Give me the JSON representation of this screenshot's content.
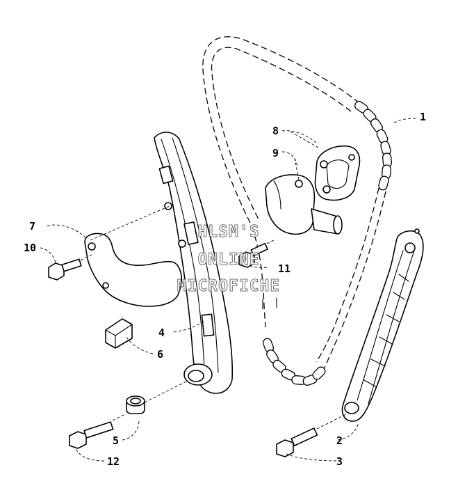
{
  "watermark": {
    "line1": "HLSM'S",
    "line2": "ONLINE",
    "line3": "MICROFICHE"
  },
  "callouts": [
    {
      "id": "1",
      "text": "1"
    },
    {
      "id": "2",
      "text": "2"
    },
    {
      "id": "3",
      "text": "3"
    },
    {
      "id": "4",
      "text": "4"
    },
    {
      "id": "5",
      "text": "5"
    },
    {
      "id": "6",
      "text": "6"
    },
    {
      "id": "7",
      "text": "7"
    },
    {
      "id": "8",
      "text": "8"
    },
    {
      "id": "9",
      "text": "9"
    },
    {
      "id": "10",
      "text": "10"
    },
    {
      "id": "11",
      "text": "11"
    },
    {
      "id": "12",
      "text": "12"
    }
  ]
}
